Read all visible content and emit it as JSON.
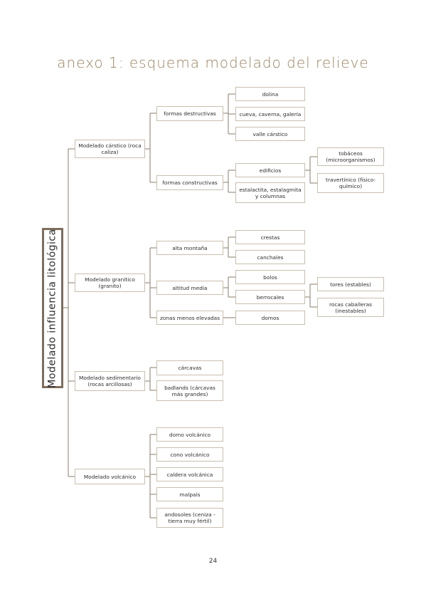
{
  "title": "anexo 1: esquema modelado del relieve",
  "root": "Modelado influencia litológica",
  "level1": {
    "carstico": "Modelado cárstico (roca caliza)",
    "granitico": "Modelado granítico (granito)",
    "sedimentario": "Modelado sedimentario (rocas arcillosas)",
    "volcanico": "Modelado volcánico"
  },
  "level2": {
    "formas_destructivas": "formas destructivas",
    "formas_constructivas": "formas constructivas",
    "alta_montana": "alta montaña",
    "altitud_media": "altitud media",
    "zonas_menos_elevadas": "zonas menos elevadas",
    "carcavas": "cárcavas",
    "badlands": "badlands (cárcavas más grandes)",
    "domo_volcanico": "domo volcánico",
    "cono_volcanico": "cono volcánico",
    "caldera_volcanica": "caldera volcánica",
    "malpais": "malpaís",
    "andosoles": "andosoles (ceniza - tierra muy fértil)"
  },
  "level3": {
    "dolina": "dolina",
    "cueva": "cueva, caverna, galería",
    "valle_carstico": "valle cárstico",
    "edificios": "edificios",
    "estalactita": "estalactita, estalagmita y columnas",
    "crestas": "crestas",
    "canchales": "canchales",
    "bolos": "bolos",
    "berrocales": "berrocales",
    "domos": "domos"
  },
  "level4": {
    "tobaceos": "tobáceos (microorganismos)",
    "travertinico": "travertínico (físico-químico)",
    "tores": "tores (estables)",
    "rocas_caballeras": "rocas caballeras (inestables)"
  },
  "page_number": "24"
}
